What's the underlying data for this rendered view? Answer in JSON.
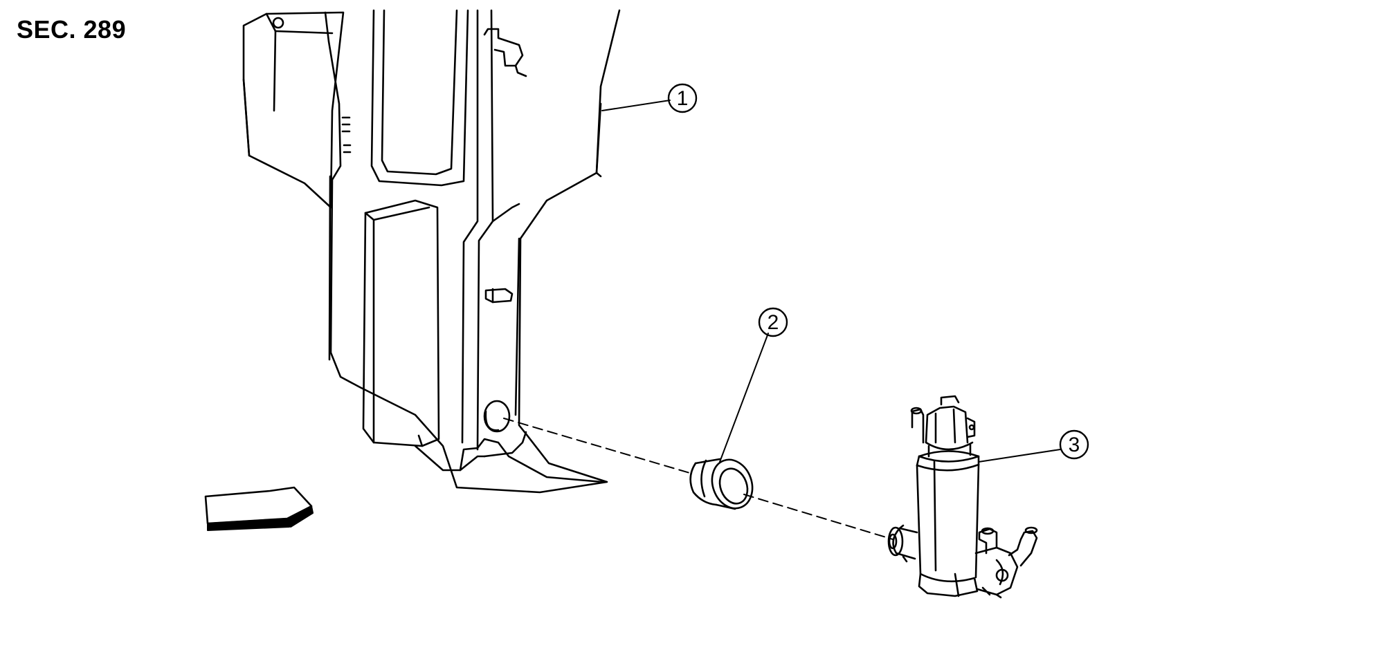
{
  "section_label": "SEC. 289",
  "callouts": [
    {
      "number": "1",
      "part": "washer-tank"
    },
    {
      "number": "2",
      "part": "grommet"
    },
    {
      "number": "3",
      "part": "washer-pump"
    }
  ],
  "icons": [
    "front-direction-arrow-icon"
  ],
  "colors": {
    "line": "#000000",
    "background": "#ffffff",
    "arrow_fill": "#000000"
  }
}
